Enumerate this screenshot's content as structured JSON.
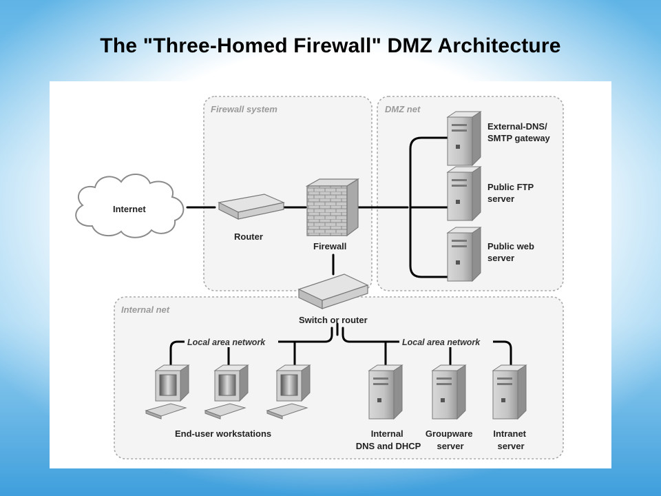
{
  "slide": {
    "title": "The \"Three-Homed Firewall\" DMZ Architecture"
  },
  "diagram": {
    "zones": {
      "firewall_system": "Firewall system",
      "dmz_net": "DMZ net",
      "internal_net": "Internal net"
    },
    "nodes": {
      "internet": "Internet",
      "router": "Router",
      "firewall": "Firewall",
      "switch": "Switch or router",
      "dmz_server_1": [
        "External-DNS/",
        "SMTP gateway"
      ],
      "dmz_server_2": [
        "Public FTP",
        "server"
      ],
      "dmz_server_3": [
        "Public web",
        "server"
      ],
      "workstations": "End-user workstations",
      "internal_server_1": [
        "Internal",
        "DNS and DHCP"
      ],
      "internal_server_2": [
        "Groupware",
        "server"
      ],
      "internal_server_3": [
        "Intranet",
        "server"
      ]
    },
    "lan_labels": {
      "left": "Local area network",
      "right": "Local area network"
    }
  }
}
